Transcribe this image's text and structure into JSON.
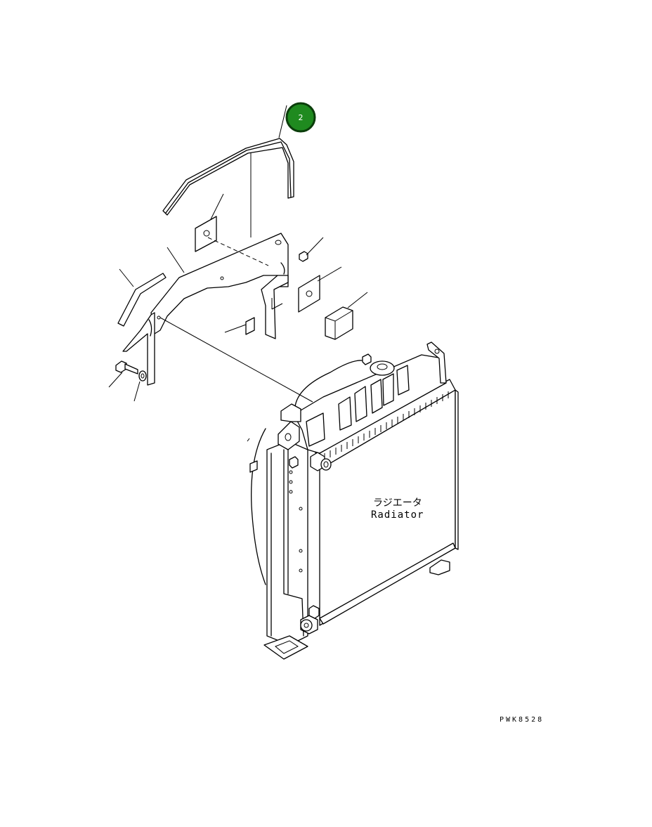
{
  "diagram": {
    "radiator_label_jp": "ラジエータ",
    "radiator_label_en": "Radiator",
    "drawing_number": "PWK8528"
  },
  "callouts": [
    {
      "number": "2",
      "color": "#1f8a1f"
    }
  ]
}
